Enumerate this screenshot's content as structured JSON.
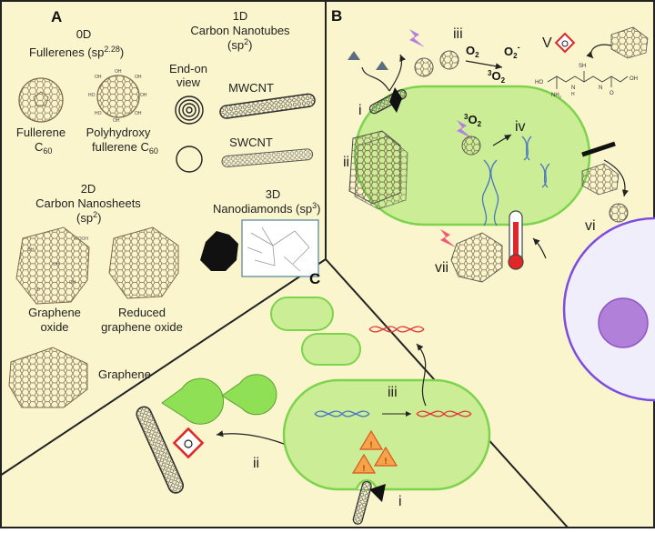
{
  "panels": {
    "a": "A",
    "b": "B",
    "c": "C"
  },
  "panel_a": {
    "zero_d": {
      "heading": "0D",
      "title_main": "Fullerenes (sp",
      "title_sup": "2.28",
      "title_end": ")"
    },
    "fullerene": {
      "line1": "Fullerene",
      "line2": "C",
      "sub": "60"
    },
    "polyhydroxy": {
      "line1": "Polyhydroxy",
      "line2": "fullerene C",
      "sub": "60"
    },
    "one_d": {
      "heading": "1D",
      "title": "Carbon Nanotubes",
      "hybrid": "(sp",
      "hybrid_sup": "2",
      "hybrid_end": ")"
    },
    "end_on": {
      "line1": "End-on",
      "line2": "view"
    },
    "mwcnt": "MWCNT",
    "swcnt": "SWCNT",
    "two_d": {
      "heading": "2D",
      "title": "Carbon Nanosheets",
      "hybrid": "(sp",
      "hybrid_sup": "2",
      "hybrid_end": ")"
    },
    "three_d": {
      "heading": "3D",
      "title": "Nanodiamonds (sp",
      "title_sup": "3",
      "title_end": ")"
    },
    "go": {
      "line1": "Graphene",
      "line2": "oxide"
    },
    "rgo": {
      "line1": "Reduced",
      "line2": "graphene oxide"
    },
    "graphene": "Graphene"
  },
  "panel_b": {
    "i": "i",
    "ii": "ii",
    "iii": "iii",
    "iv": "iv",
    "v": "V",
    "vi": "vi",
    "vii": "vii",
    "o2": {
      "base": "O",
      "sub": "2"
    },
    "superoxide": {
      "base": "O",
      "sub": "2",
      "sup": "-"
    },
    "singlet_top": {
      "pre": "3",
      "base": "O",
      "sub": "2"
    },
    "singlet_cell": {
      "pre": "3",
      "base": "O",
      "sub": "2"
    },
    "glutathione": {
      "sh": "SH",
      "ho": "HO",
      "oh": "OH",
      "nh2": "NH",
      "nh2_sub": "2",
      "n1": "N",
      "n2": "N",
      "h": "H",
      "o": "O"
    }
  },
  "panel_c": {
    "ii": "ii",
    "iii": "iii",
    "i": "i"
  },
  "colors": {
    "background": "#faf5cd",
    "bacteria_fill": "#cbed95",
    "bacteria_stroke": "#7dd34d",
    "pacman_fill": "#8fe054",
    "host_fill": "#f1eefb",
    "host_stroke": "#7c4be0",
    "nucleus_fill": "#b180d9",
    "lightning": "#b77fe0",
    "lightning_red": "#ef5a73",
    "warning_fill": "#f5a44a",
    "dna_blue": "#4a78c0",
    "dna_red": "#e03b3b"
  }
}
